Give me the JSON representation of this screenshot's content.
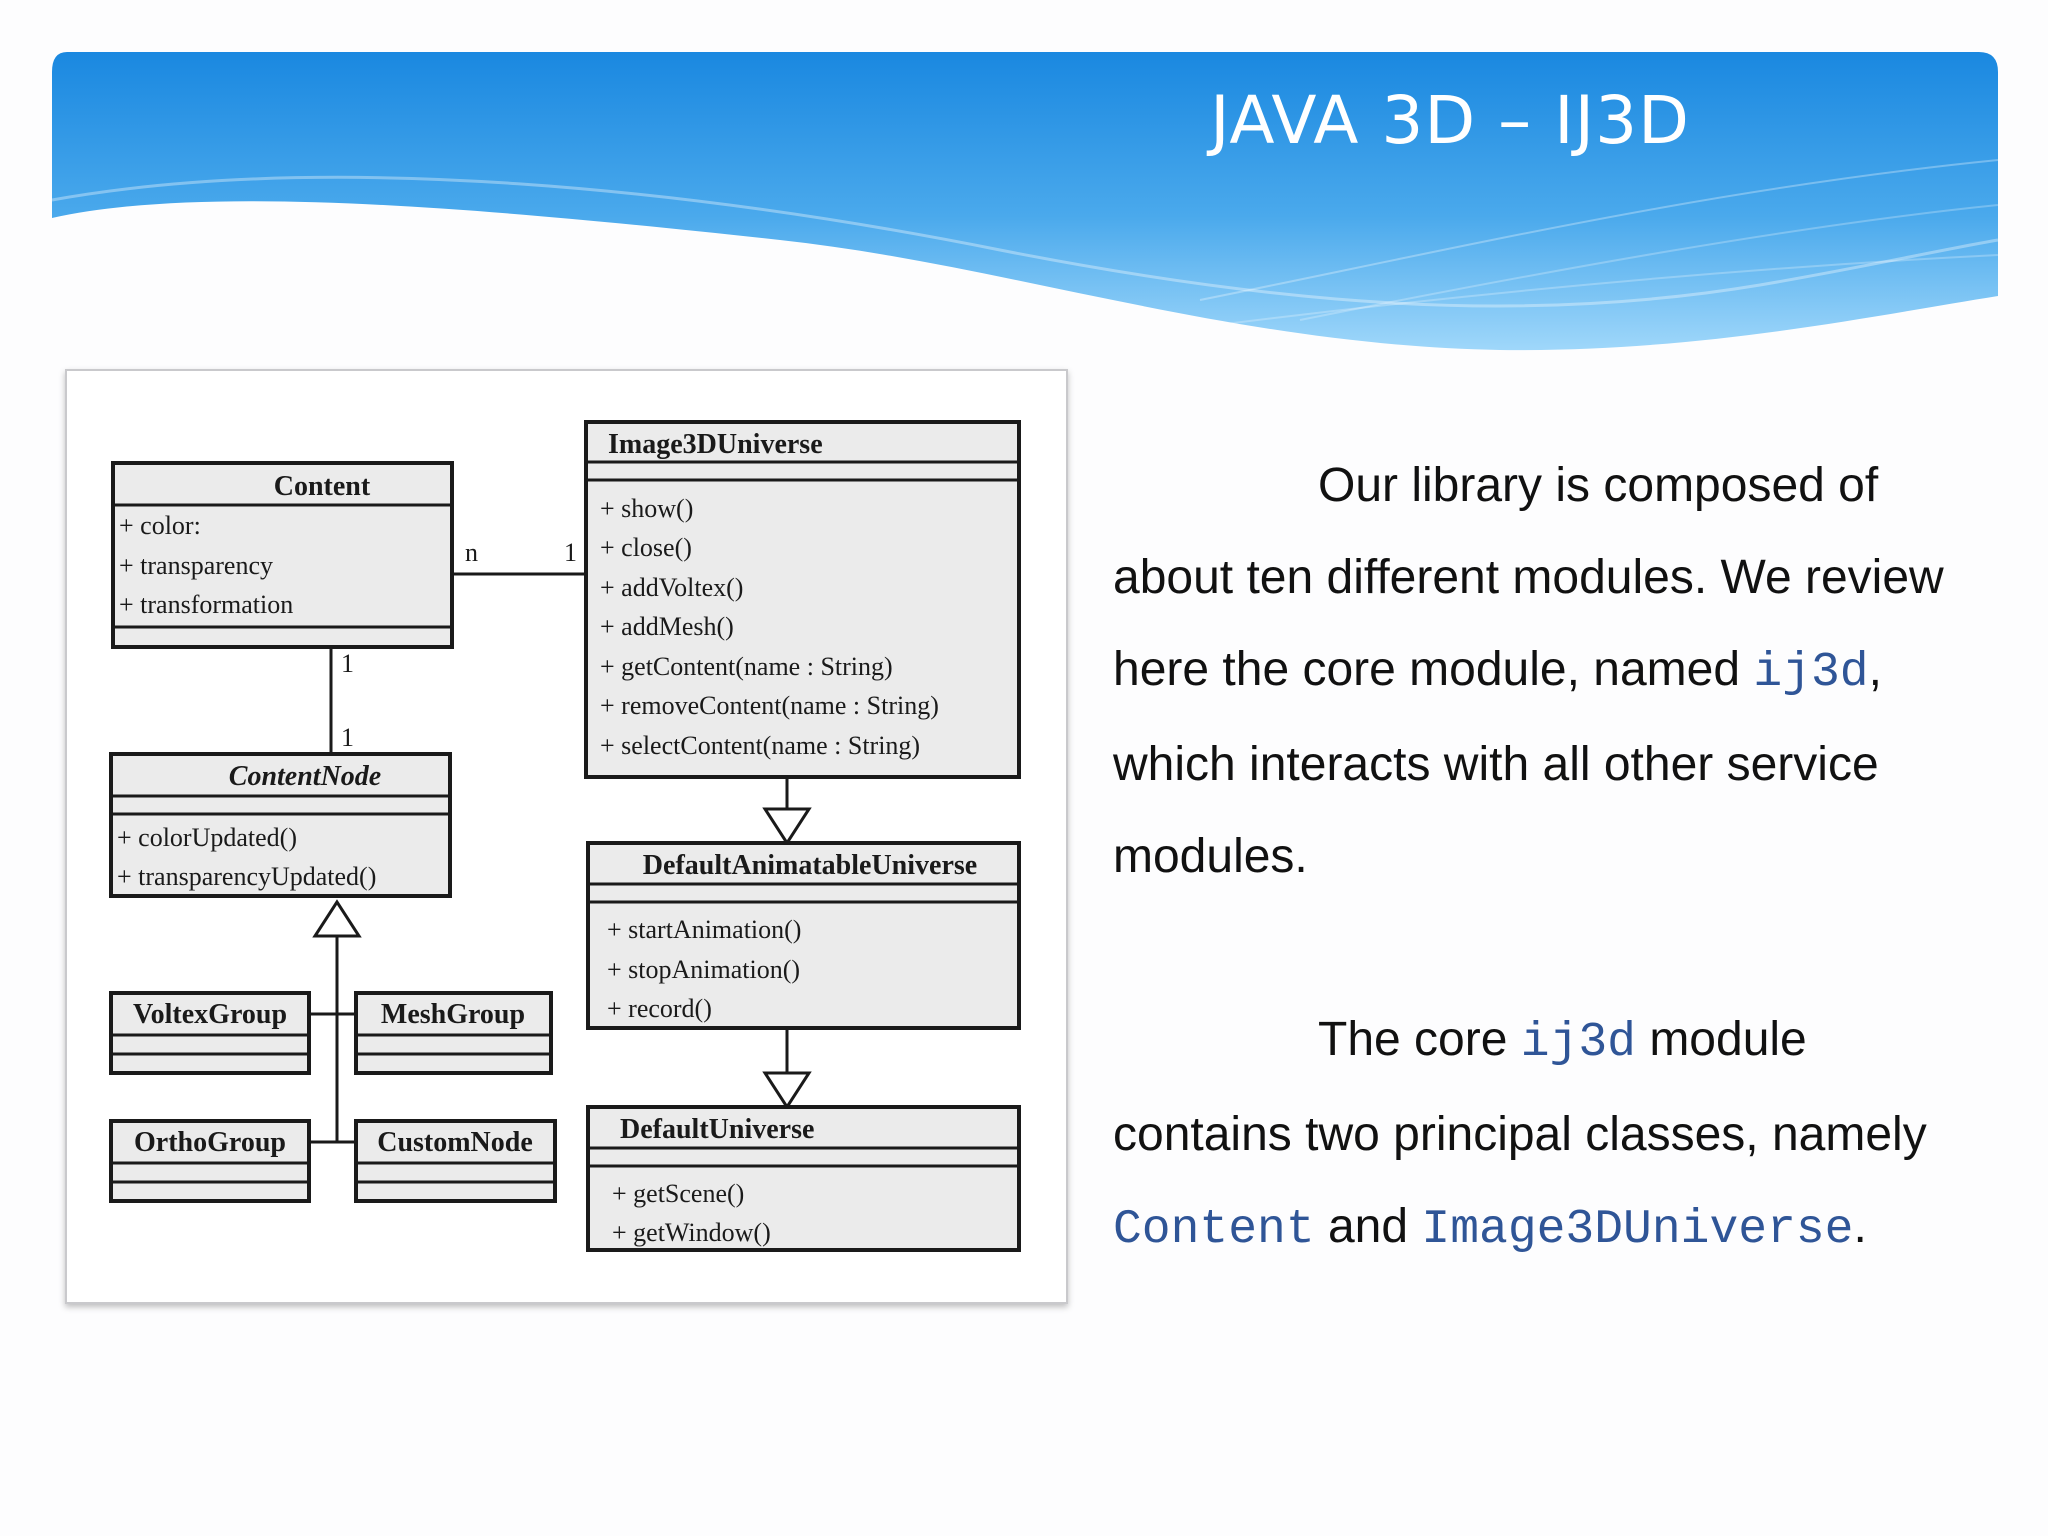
{
  "slide": {
    "title": "JAVA 3D – IJ3D"
  },
  "diagram": {
    "classes": {
      "content": {
        "name": "Content",
        "attributes": [
          "+ color:",
          "+ transparency",
          "+ transformation"
        ]
      },
      "image3d_universe": {
        "name": "Image3DUniverse",
        "methods": [
          "+ show()",
          "+ close()",
          "+ addVoltex()",
          "+ addMesh()",
          "+ getContent(name : String)",
          "+ removeContent(name : String)",
          "+ selectContent(name : String)"
        ]
      },
      "content_node": {
        "name": "ContentNode",
        "methods": [
          "+ colorUpdated()",
          "+ transparencyUpdated()"
        ]
      },
      "default_animatable_universe": {
        "name": "DefaultAnimatableUniverse",
        "methods": [
          "+ startAnimation()",
          "+ stopAnimation()",
          "+ record()"
        ]
      },
      "default_universe": {
        "name": "DefaultUniverse",
        "methods": [
          "+ getScene()",
          "+ getWindow()"
        ]
      },
      "voltex_group": {
        "name": "VoltexGroup"
      },
      "mesh_group": {
        "name": "MeshGroup"
      },
      "ortho_group": {
        "name": "OrthoGroup"
      },
      "custom_node": {
        "name": "CustomNode"
      }
    },
    "multiplicities": {
      "content_side": "n",
      "universe_side": "1",
      "content_to_node_top": "1",
      "content_to_node_bottom": "1"
    }
  },
  "text": {
    "para1": {
      "a": "Our library is composed of about ten different modules. We review here the core module, named ",
      "code1": "ij3d",
      "b": ", which interacts with all other service modules."
    },
    "para2": {
      "a": "The core ",
      "code1": "ij3d",
      "b": " module contains two principal classes, namely ",
      "code2": "Content",
      "c": " and ",
      "code3": "Image3DUniverse",
      "d": "."
    }
  },
  "colors": {
    "banner_top": "#1a88e0",
    "banner_bottom": "#8fd0f8",
    "code_text": "#2f5597",
    "uml_box_fill": "#ebebeb"
  }
}
